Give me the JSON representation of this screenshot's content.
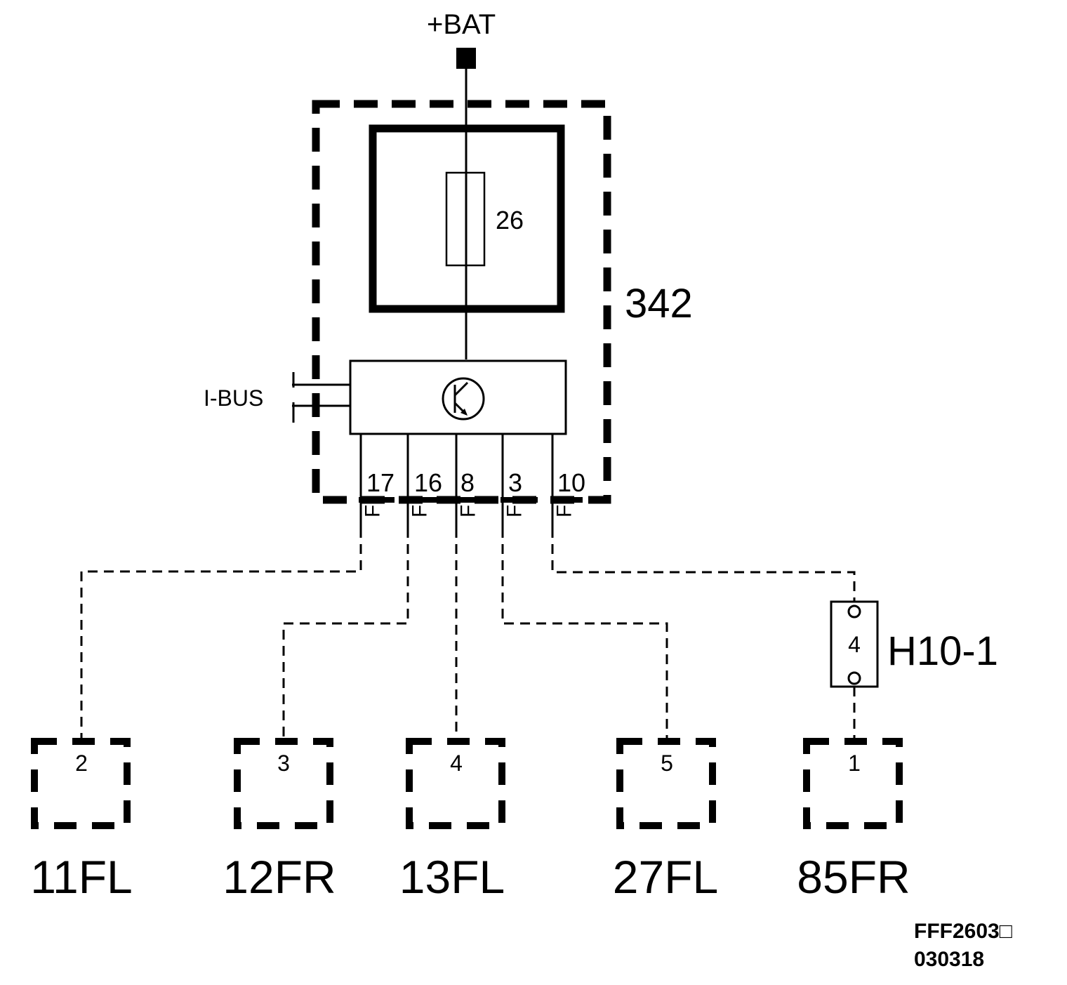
{
  "supply": {
    "label": "+BAT"
  },
  "module": {
    "label": "342",
    "fuse_label": "26"
  },
  "bus": {
    "label": "I-BUS"
  },
  "pins": [
    {
      "number": "17",
      "type": "F"
    },
    {
      "number": "16",
      "type": "F"
    },
    {
      "number": "8",
      "type": "F"
    },
    {
      "number": "3",
      "type": "F"
    },
    {
      "number": "10",
      "type": "F"
    }
  ],
  "connector": {
    "label": "H10-1",
    "pin": "4"
  },
  "grounds": [
    {
      "pin": "2",
      "label": "11FL"
    },
    {
      "pin": "3",
      "label": "12FR"
    },
    {
      "pin": "4",
      "label": "13FL"
    },
    {
      "pin": "5",
      "label": "27FL"
    },
    {
      "pin": "1",
      "label": "85FR"
    }
  ],
  "footer": {
    "code": "FFF2603□",
    "date": "030318"
  },
  "colors": {
    "line": "#000000",
    "background": "#ffffff"
  }
}
